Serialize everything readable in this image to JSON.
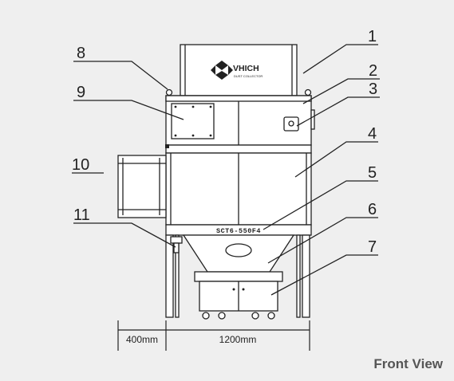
{
  "brand": {
    "name": "VHICH",
    "tagline": "DUST COLLECTOR"
  },
  "model_plate": "SCT6-550F4",
  "callouts": [
    "1",
    "2",
    "3",
    "4",
    "5",
    "6",
    "7",
    "8",
    "9",
    "10",
    "11"
  ],
  "dimensions": {
    "left_width": "400mm",
    "main_width": "1200mm"
  },
  "caption": "Front View",
  "colors": {
    "background": "#efefef",
    "panel": "#ffffff",
    "line": "#222222",
    "caption": "#555555"
  }
}
